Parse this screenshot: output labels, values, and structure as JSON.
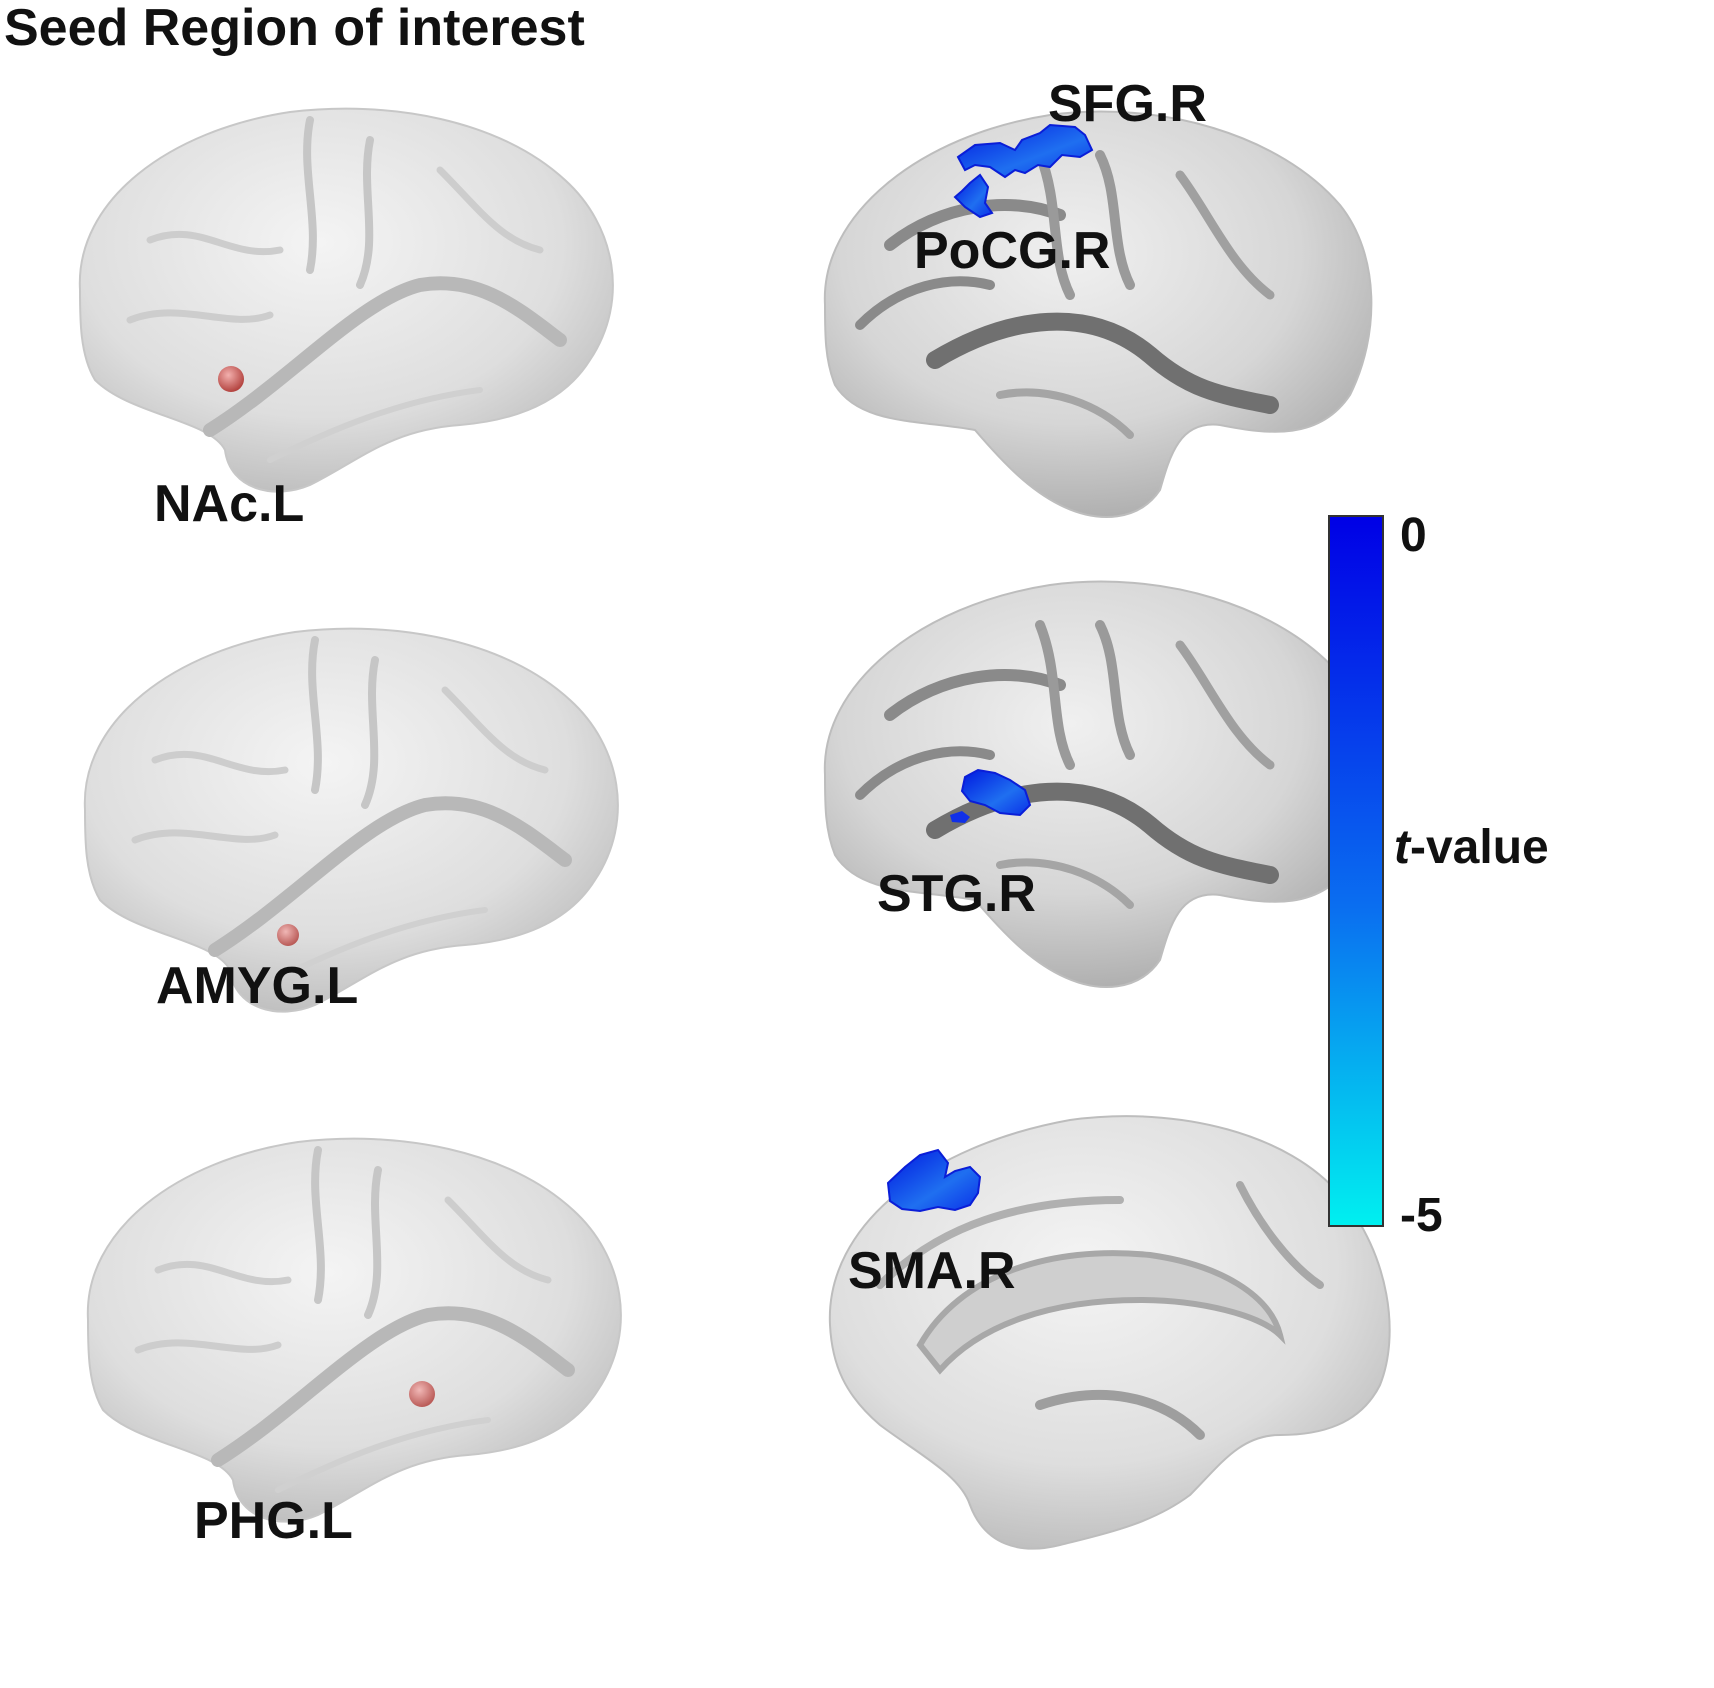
{
  "title": "Seed Region of interest",
  "seeds": [
    {
      "label": "NAc.L",
      "marker_color": "#c84c48",
      "marker_pos": 0.6
    },
    {
      "label": "AMYG.L",
      "marker_color": "#d06a6a",
      "marker_pos": 0.45
    },
    {
      "label": "PHG.L",
      "marker_color": "#d86a6a",
      "marker_pos": 0.55
    }
  ],
  "results": {
    "top": {
      "labels": [
        "SFG.R",
        "PoCG.R"
      ]
    },
    "middle": {
      "labels": [
        "STG.R"
      ]
    },
    "bottom": {
      "labels": [
        "SMA.R"
      ]
    }
  },
  "colorbar": {
    "label_prefix": "t",
    "label_suffix": "-value",
    "max_label": "0",
    "min_label": "-5",
    "max": 0,
    "min": -5,
    "color_max": "#0000e6",
    "color_min": "#00f0f0"
  },
  "colors": {
    "brain": "#e2e2e2",
    "cluster": "#0a28e8"
  }
}
